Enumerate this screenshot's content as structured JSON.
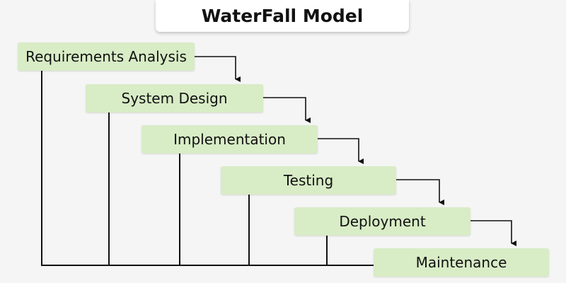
{
  "title": "WaterFall Model",
  "steps": [
    {
      "label": "Requirements Analysis"
    },
    {
      "label": "System Design"
    },
    {
      "label": "Implementation"
    },
    {
      "label": "Testing"
    },
    {
      "label": "Deployment"
    },
    {
      "label": "Maintenance"
    }
  ],
  "colors": {
    "background": "#f5f5f5",
    "step_fill": "#d8ecc6",
    "line": "#111111"
  }
}
